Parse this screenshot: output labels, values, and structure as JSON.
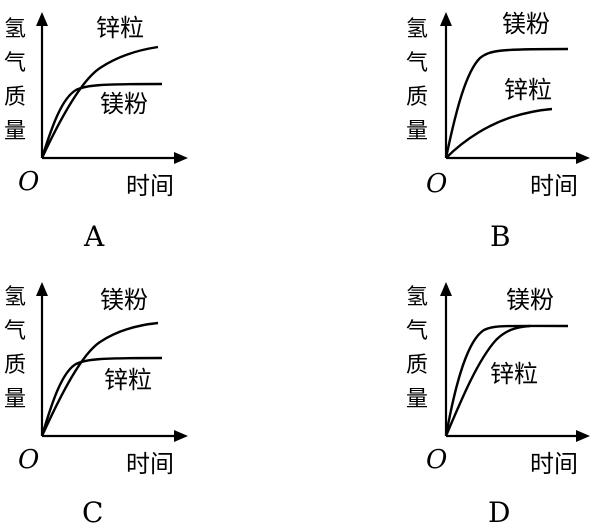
{
  "chart_data": [
    {
      "type": "line",
      "panel_label": "A",
      "ylabel": "氢气质量",
      "xlabel": "时间",
      "origin_label": "O",
      "series": [
        {
          "name": "锌粒",
          "shape": "rise_then_plateau",
          "rise_speed": 0.35,
          "plateau": 0.78
        },
        {
          "name": "镁粉",
          "shape": "rise_then_plateau",
          "rise_speed": 0.75,
          "plateau": 0.55
        }
      ]
    },
    {
      "type": "line",
      "panel_label": "B",
      "ylabel": "氢气质量",
      "xlabel": "时间",
      "origin_label": "O",
      "series": [
        {
          "name": "镁粉",
          "shape": "rise_then_plateau",
          "rise_speed": 0.9,
          "plateau": 0.78
        },
        {
          "name": "锌粒",
          "shape": "rise_then_plateau",
          "rise_speed": 0.25,
          "plateau": 0.4
        }
      ]
    },
    {
      "type": "line",
      "panel_label": "C",
      "ylabel": "氢气质量",
      "xlabel": "时间",
      "origin_label": "O",
      "series": [
        {
          "name": "镁粉",
          "shape": "rise_then_plateau",
          "rise_speed": 0.35,
          "plateau": 0.78
        },
        {
          "name": "锌粒",
          "shape": "rise_then_plateau",
          "rise_speed": 0.75,
          "plateau": 0.55
        }
      ]
    },
    {
      "type": "line",
      "panel_label": "D",
      "ylabel": "氢气质量",
      "xlabel": "时间",
      "origin_label": "O",
      "series": [
        {
          "name": "镁粉",
          "shape": "rise_then_plateau",
          "rise_speed": 0.95,
          "plateau": 0.78
        },
        {
          "name": "锌粒",
          "shape": "rise_then_plateau",
          "rise_speed": 0.45,
          "plateau": 0.78
        }
      ]
    }
  ]
}
